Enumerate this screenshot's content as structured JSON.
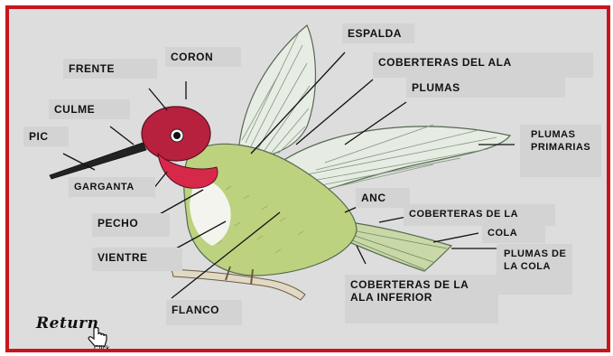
{
  "labels": {
    "espalda": "ESPALDA",
    "coron": "CORON",
    "frente": "FRENTE",
    "coberteras_ala": "COBERTERAS DEL ALA",
    "plumas": "PLUMAS",
    "culme": "CULME",
    "pic": "PIC",
    "plumas_primarias": "PLUMAS PRIMARIAS",
    "garganta": "GARGANTA",
    "anc": "ANC",
    "coberteras_cola": "COBERTERAS DE LA",
    "cola": "COLA",
    "pecho": "PECHO",
    "vientre": "VIENTRE",
    "plumas_cola": "PLUMAS DE LA COLA",
    "coberteras_ala_inferior": "COBERTERAS DE LA ALA INFERIOR",
    "flanco": "FLANCO"
  },
  "nav": {
    "return_label": "Return",
    "click_label": "Click"
  },
  "colors": {
    "border": "#c8161d",
    "background": "#ddddde",
    "label_box": "#d3d3d4",
    "head": "#b5203a",
    "body": "#b9d07c"
  }
}
